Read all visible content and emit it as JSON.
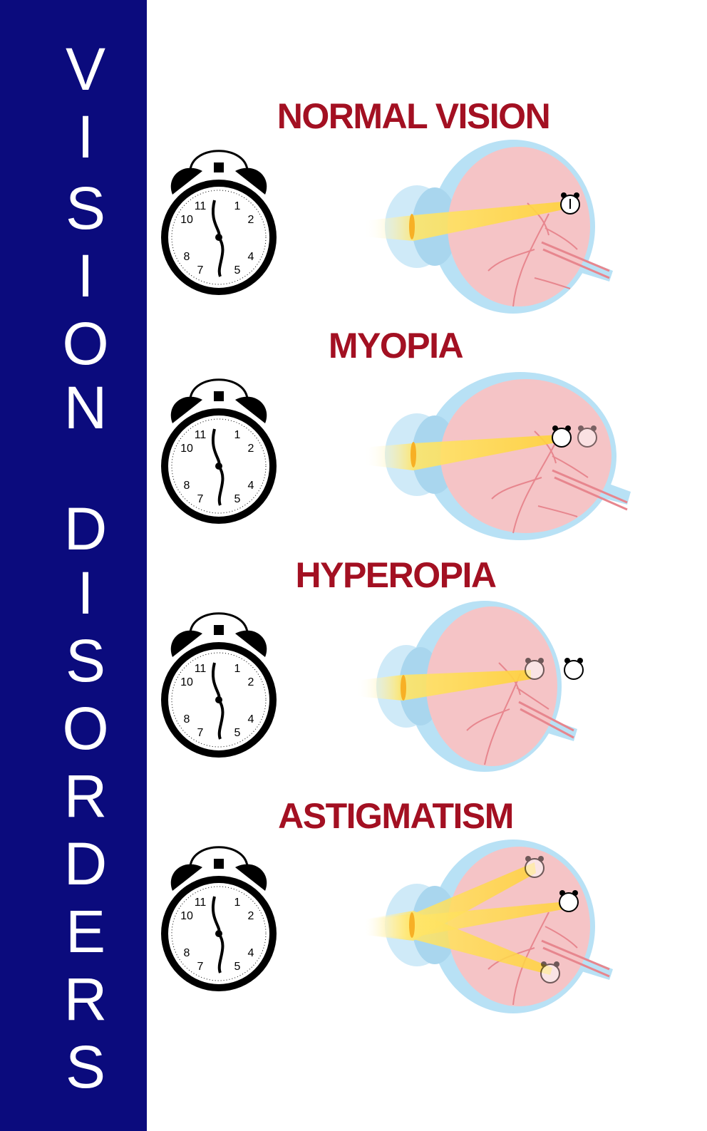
{
  "sidebar": {
    "title": "VISION DISORDERS",
    "letters": [
      "V",
      "I",
      "S",
      "I",
      "O",
      "N",
      "D",
      "I",
      "S",
      "O",
      "R",
      "D",
      "E",
      "R",
      "S"
    ],
    "background": "#0b0b7d",
    "text_color": "#ffffff"
  },
  "sections": [
    {
      "title": "NORMAL VISION",
      "focus": "on-retina"
    },
    {
      "title": "MYOPIA",
      "focus": "in-front-of-retina"
    },
    {
      "title": "HYPEROPIA",
      "focus": "behind-retina"
    },
    {
      "title": "ASTIGMATISM",
      "focus": "multiple-focal-points"
    }
  ],
  "clock": {
    "numerals": [
      "1",
      "2",
      "4",
      "5",
      "7",
      "8",
      "10",
      "11"
    ],
    "icon": "alarm-clock-icon"
  },
  "colors": {
    "title": "#a31022",
    "eye_outer": "#b8e1f5",
    "eye_inner": "#f5c4c6",
    "light_ray": "#ffe66b",
    "vessel": "#e7868e"
  }
}
